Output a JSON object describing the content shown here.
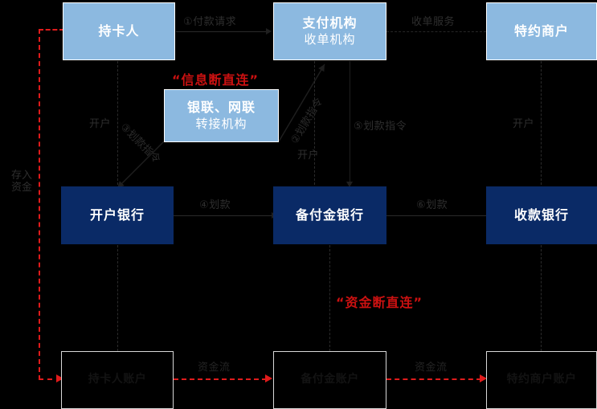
{
  "diagram": {
    "type": "payment-flow-diagram",
    "colors": {
      "background": "#000000",
      "entity_blue": "#8cb9e0",
      "bank_navy": "#0a2a66",
      "account_border": "#d8d8d8",
      "highlight_red": "#cc1111",
      "money_flow_red": "#e01b1b"
    },
    "entities": {
      "cardholder": "持卡人",
      "payment_institution_line1": "支付机构",
      "payment_institution_line2": "收单机构",
      "merchant": "特约商户",
      "clearing_line1": "银联、网联",
      "clearing_line2": "转接机构",
      "opening_bank": "开户银行",
      "reserve_bank": "备付金银行",
      "receiving_bank": "收款银行",
      "cardholder_account": "持卡人账户",
      "reserve_account": "备付金账户",
      "merchant_account": "特约商户账户"
    },
    "flow_labels": {
      "step1": "①付款请求",
      "step2": "②划款指令",
      "step3": "③划款指令",
      "step4": "④划款",
      "step5": "⑤划款指令",
      "step6": "⑥划款",
      "acquiring_service": "收单服务",
      "account_open_left": "开户",
      "account_open_mid": "开户",
      "account_open_right": "开户",
      "deposit_funds": "存入\n资金",
      "deposit_funds_line1": "存入",
      "deposit_funds_line2": "资金",
      "fund_flow_left": "资金流",
      "fund_flow_right": "资金流"
    },
    "annotations": {
      "info_break": "“信息断直连”",
      "funds_break": "“资金断直连”"
    }
  }
}
